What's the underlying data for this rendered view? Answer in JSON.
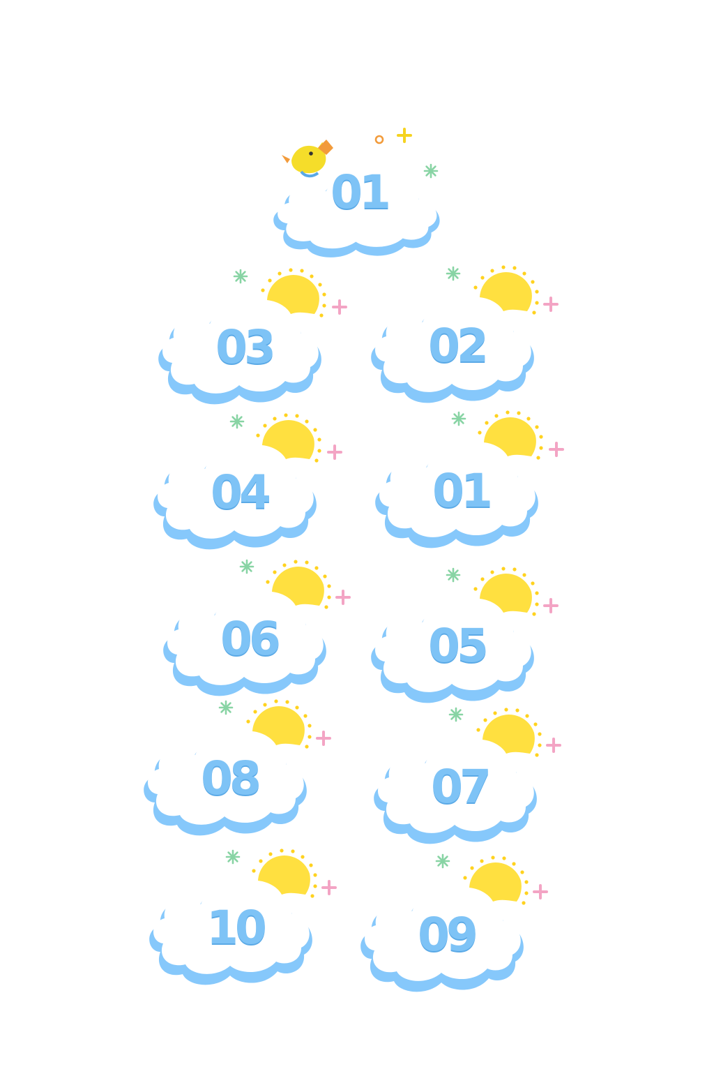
{
  "badges": [
    {
      "number": "01",
      "decoration": "bird-icon"
    },
    {
      "number": "03",
      "decoration": "sun-icon"
    },
    {
      "number": "02",
      "decoration": "sun-icon"
    },
    {
      "number": "04",
      "decoration": "sun-icon"
    },
    {
      "number": "01",
      "decoration": "sun-icon"
    },
    {
      "number": "06",
      "decoration": "sun-icon"
    },
    {
      "number": "05",
      "decoration": "sun-icon"
    },
    {
      "number": "08",
      "decoration": "sun-icon"
    },
    {
      "number": "07",
      "decoration": "sun-icon"
    },
    {
      "number": "10",
      "decoration": "sun-icon"
    },
    {
      "number": "09",
      "decoration": "sun-icon"
    }
  ],
  "colors": {
    "number": "#7ec3f6",
    "cloud_outline": "#86c8fb",
    "sun": "#ffe040",
    "sun_dots": "#ffd21f",
    "plus": "#f3a4c4",
    "asterisk": "#88d4a4",
    "bird": "#f5dd2a",
    "background": "#ffffff"
  }
}
